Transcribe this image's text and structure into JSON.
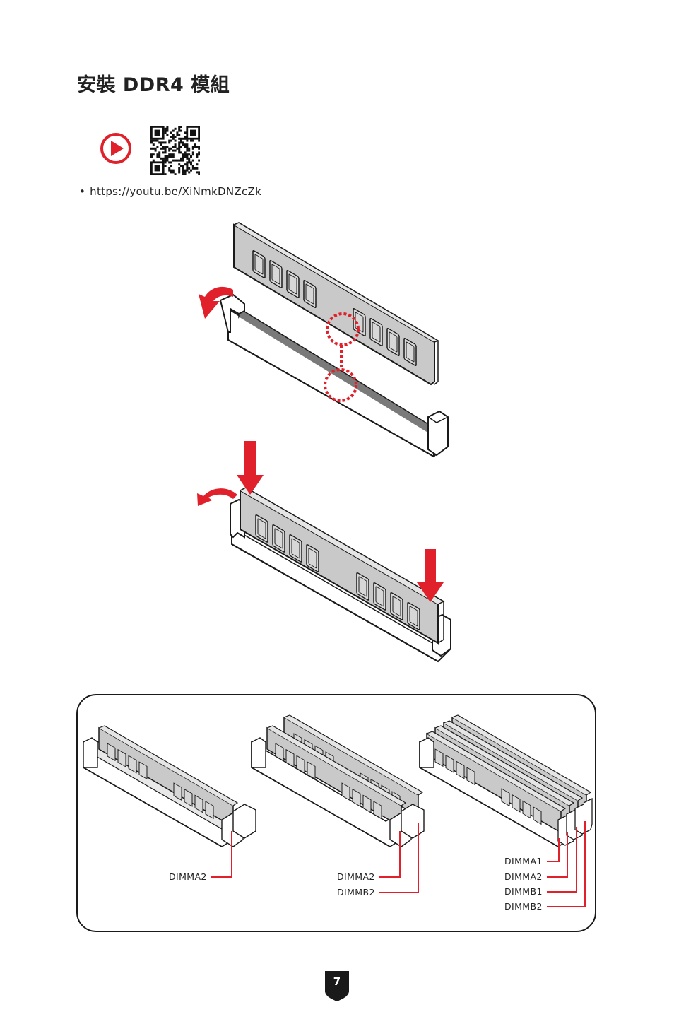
{
  "page": {
    "title": "安裝 DDR4 模組",
    "page_number": "7"
  },
  "video": {
    "link_bullet": "•",
    "link_text": "https://youtu.be/XiNmkDNZcZk"
  },
  "configurations": {
    "one_module": {
      "labels": [
        "DIMMA2"
      ]
    },
    "two_modules": {
      "labels": [
        "DIMMA2",
        "DIMMB2"
      ]
    },
    "four_modules": {
      "labels": [
        "DIMMA1",
        "DIMMA2",
        "DIMMB1",
        "DIMMB2"
      ]
    }
  },
  "colors": {
    "accent_red": "#e0202a",
    "module_gray": "#c9c9c9",
    "outline": "#1a1a1a"
  },
  "icons": [
    "play-icon",
    "qr-code-icon",
    "rotate-arrow-icon",
    "down-arrow-icon",
    "page-badge-icon"
  ]
}
